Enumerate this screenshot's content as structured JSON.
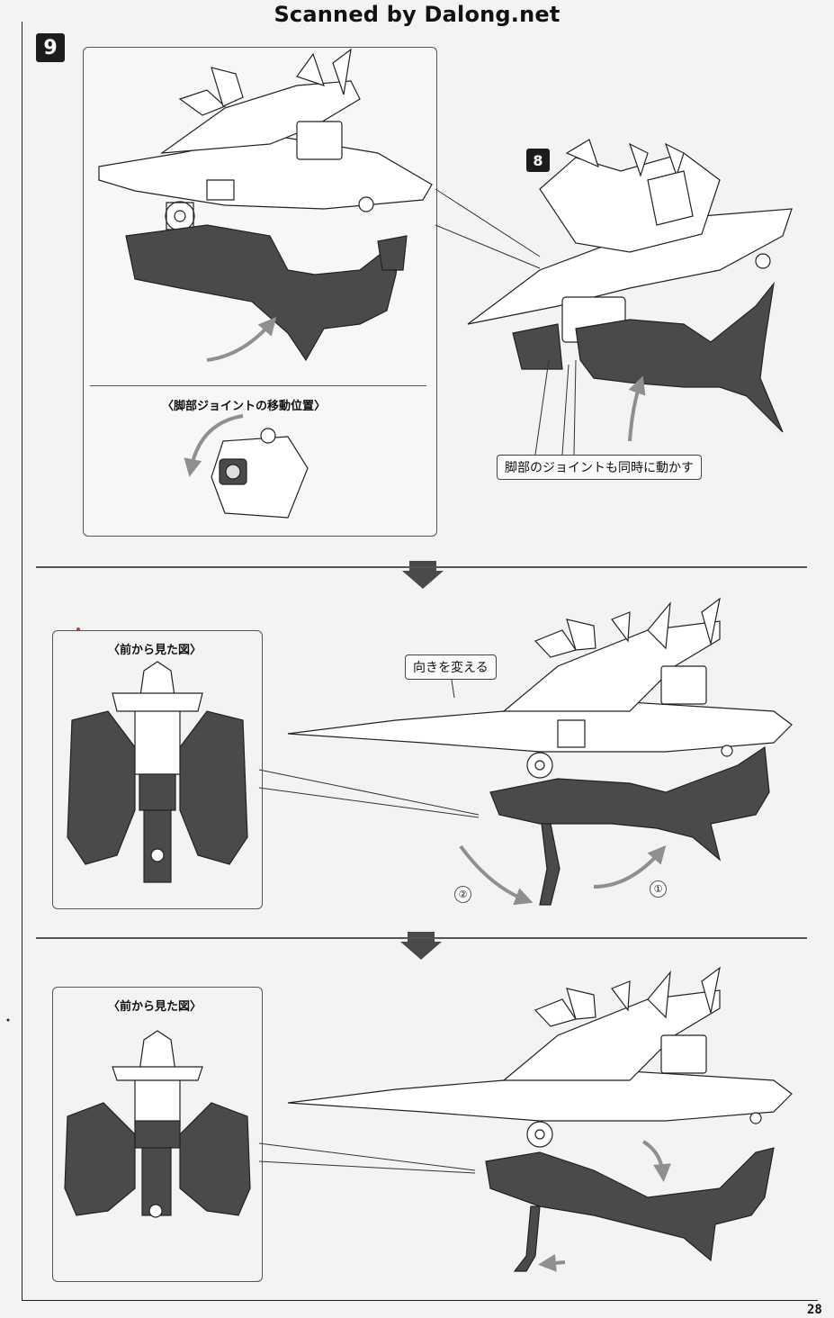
{
  "header": {
    "watermark": "Scanned by Dalong.net"
  },
  "step_main": {
    "number": "9"
  },
  "step_sub": {
    "number": "8"
  },
  "panel_top": {
    "subtitle": "〈脚部ジョイントの移動位置〉"
  },
  "callouts": {
    "leg_joint_move": "脚部のジョイントも同時に動かす",
    "change_direction": "向きを変える"
  },
  "front_view_labels": [
    "〈前から見た図〉",
    "〈前から見た図〉"
  ],
  "sequence_markers": {
    "first": "①",
    "second": "②"
  },
  "footer": {
    "page_number": "28"
  },
  "colors": {
    "part_dark": "#4a4a4a",
    "arrow": "#8f8f8f",
    "line": "#222222"
  }
}
